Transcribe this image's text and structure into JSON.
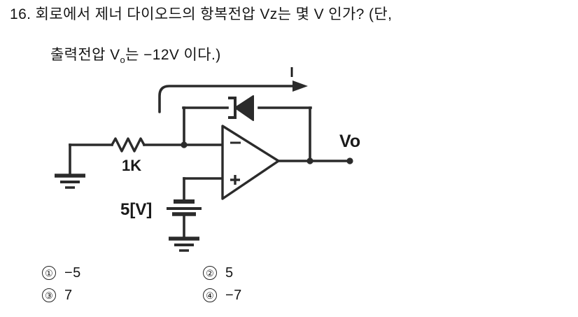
{
  "question": {
    "number": "16.",
    "line1": "16. 회로에서 제너 다이오드의 항복전압 Vz는 몇 V 인가? (단,",
    "line2_prefix": "출력전압 V",
    "line2_sub": "o",
    "line2_suffix": "는 −12V 이다.)"
  },
  "circuit": {
    "current_label": "I",
    "resistor_label": "1K",
    "source_label": "5[V]",
    "output_label": "Vo",
    "opamp_inverting_sign": "−",
    "opamp_noninverting_sign": "+",
    "line_color": "#2b2b2b",
    "ink_color": "#1a1a1a"
  },
  "answers": [
    {
      "marker": "①",
      "text": "−5"
    },
    {
      "marker": "②",
      "text": "5"
    },
    {
      "marker": "③",
      "text": "7"
    },
    {
      "marker": "④",
      "text": "−7"
    }
  ]
}
